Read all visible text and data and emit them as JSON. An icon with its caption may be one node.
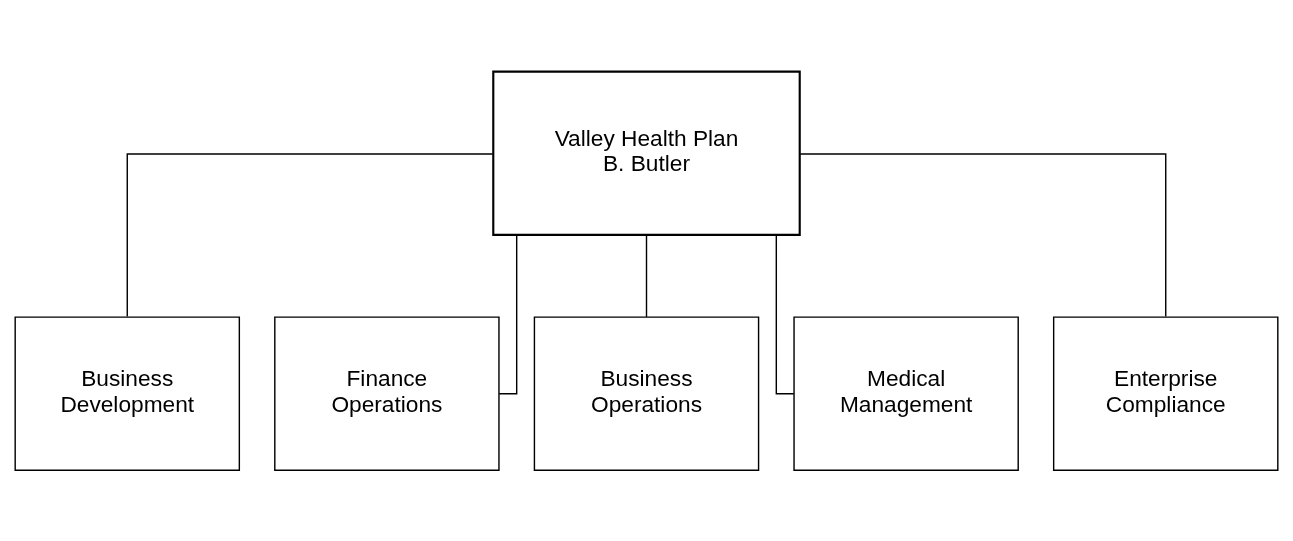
{
  "diagram": {
    "nodes": [
      {
        "text": [
          "Valley Health Plan",
          "B. Butler"
        ]
      },
      {
        "text": [
          "Business Development"
        ]
      },
      {
        "text": [
          "Finance Operations"
        ]
      },
      {
        "text": [
          "Business Operations"
        ]
      },
      {
        "text": [
          "Medical Management"
        ]
      },
      {
        "text": [
          "Enterprise Compliance"
        ]
      }
    ],
    "edges": [
      {
        "from": 0,
        "to": 1,
        "arrow": "none"
      },
      {
        "from": 0,
        "to": 2,
        "arrow": "none"
      },
      {
        "from": 0,
        "to": 3,
        "arrow": "none"
      },
      {
        "from": 0,
        "to": 4,
        "arrow": "none"
      },
      {
        "from": 0,
        "to": 5,
        "arrow": "none"
      }
    ]
  }
}
